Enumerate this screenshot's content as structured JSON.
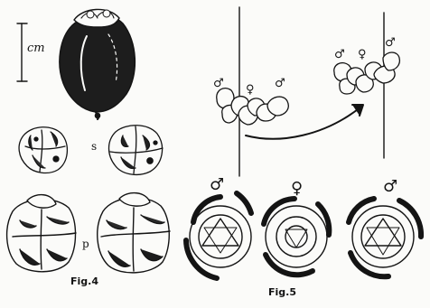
{
  "figure4": {
    "scale_label": "cm",
    "label_s": "s",
    "label_p": "p",
    "caption": "Fig.4"
  },
  "figure5": {
    "caption": "Fig.5",
    "left_cluster_symbols": [
      "♂",
      "♀",
      "♂"
    ],
    "right_cluster_symbols": [
      "♂",
      "♀",
      "♂"
    ],
    "bottom_symbols": [
      "♂",
      "♀",
      "♂"
    ]
  }
}
